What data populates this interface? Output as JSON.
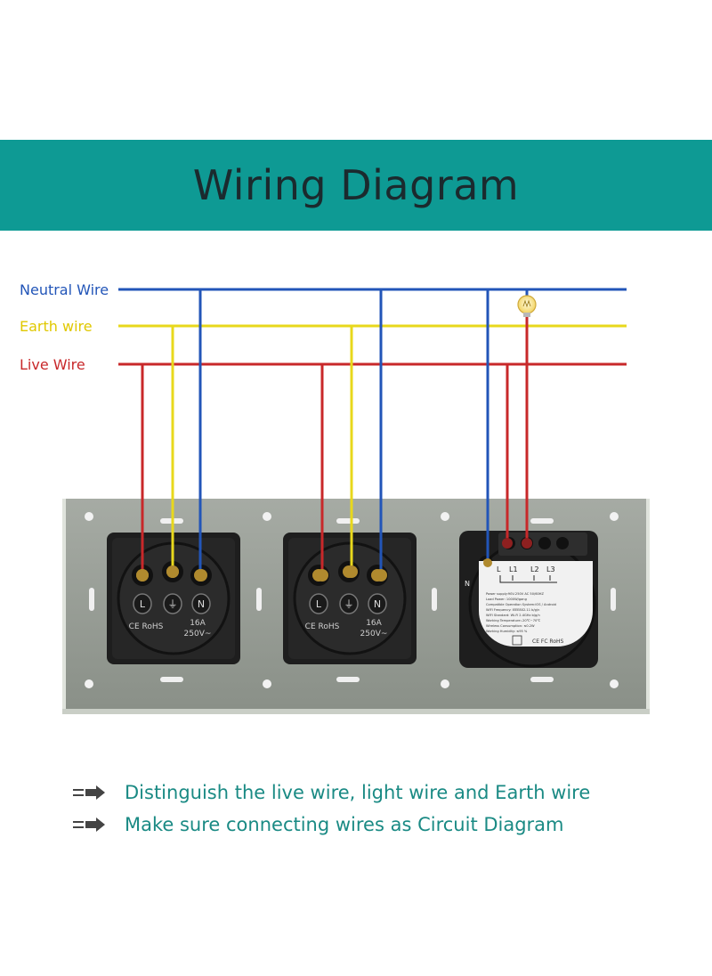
{
  "header": {
    "title": "Wiring Diagram"
  },
  "legend": {
    "neutral": "Neutral Wire",
    "earth": "Earth wire",
    "live": "Live Wire"
  },
  "colors": {
    "banner": "#0e9a94",
    "neutral": "#2255b8",
    "earth": "#e8d81c",
    "live": "#c8282a",
    "note_text": "#1a8a84",
    "panel": "#8e948c",
    "module": "#1c1c1c"
  },
  "socket": {
    "L": "L",
    "N": "N",
    "ce_rohs": "CE RoHS",
    "rating_a": "16A",
    "rating_v": "250V~"
  },
  "switch_module": {
    "terminals": [
      "N",
      "L",
      "L1",
      "L2",
      "L3"
    ],
    "specs": [
      "Power supply:90V-250V AC 50/60HZ",
      "Load Power: 1000W/gang",
      "Compatible Operation System:IOS / Android",
      "WIFI Frequency: IEEE802.11 b/g/n",
      "WIFI Standard: Wi-Fi 2.4GHz b/g/n",
      "Working Temperature:-20℃~70℃",
      "Wireless Consumption: ≤0.2W",
      "Working Humidity: ≤95 %"
    ],
    "cert": "CE FC RoHS"
  },
  "notes": [
    "Distinguish the live wire, light wire and Earth wire",
    "Make sure connecting wires as Circuit Diagram"
  ]
}
